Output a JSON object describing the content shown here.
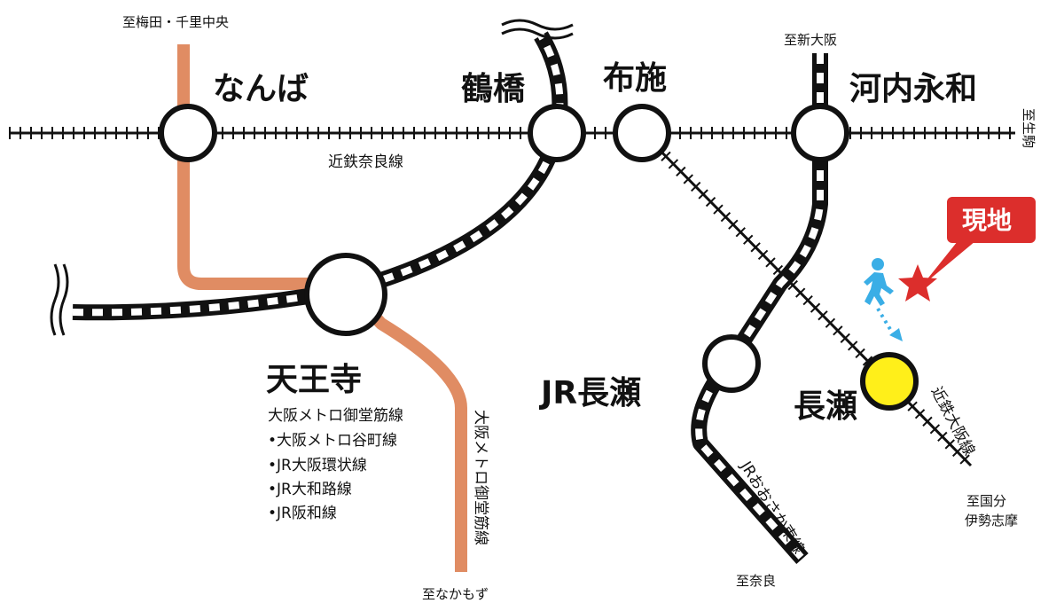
{
  "stations": {
    "namba": "なんば",
    "tsuruhashi": "鶴橋",
    "fuse": "布施",
    "kawachi_eiwa": "河内永和",
    "tennoji": "天王寺",
    "jr_nagase": "JR長瀬",
    "nagase": "長瀬"
  },
  "lines": {
    "kintetsu_nara": "近鉄奈良線",
    "kintetsu_osaka": "近鉄大阪線",
    "jr_osaka_higashi": "JRおおさか東線",
    "metro_midosuji": "大阪メトロ御堂筋線"
  },
  "destinations": {
    "umeda": "至梅田・千里中央",
    "shin_osaka": "至新大阪",
    "ikoma": "至生駒",
    "nakamozu": "至なかもず",
    "nara": "至奈良",
    "kokubu_1": "至国分",
    "kokubu_2": "伊勢志摩"
  },
  "tennoji_lines": [
    "大阪メトロ御堂筋線",
    "•大阪メトロ谷町線",
    "•JR大阪環状線",
    "•JR大和路線",
    "•JR阪和線"
  ],
  "callout": {
    "label": "現地"
  },
  "colors": {
    "midosuji": "#e08c63",
    "callout": "#dc2e2c",
    "nagase_station": "#ffef1a",
    "walk": "#3aaee6"
  },
  "icons": [
    "walking-person-icon",
    "star-icon"
  ]
}
